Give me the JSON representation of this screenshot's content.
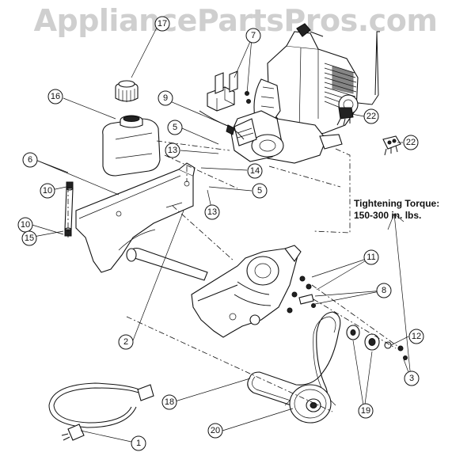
{
  "watermark": "AppliancePartsPros.com",
  "torque_note": {
    "line1": "Tightening Torque:",
    "line2": "150-300 in. lbs."
  },
  "callouts": {
    "c17": "17",
    "c7": "7",
    "c16": "16",
    "c9": "9",
    "c22a": "22",
    "c22b": "22",
    "c6": "6",
    "c5a": "5",
    "c13a": "13",
    "c14": "14",
    "c5b": "5",
    "c13b": "13",
    "c10a": "10",
    "c10b": "10",
    "c15": "15",
    "c11": "11",
    "c8": "8",
    "c12": "12",
    "c2": "2",
    "c3": "3",
    "c18": "18",
    "c19": "19",
    "c20": "20",
    "c1": "1"
  },
  "colors": {
    "line": "#111111",
    "watermark": "#cfcfcf",
    "background": "#ffffff"
  }
}
